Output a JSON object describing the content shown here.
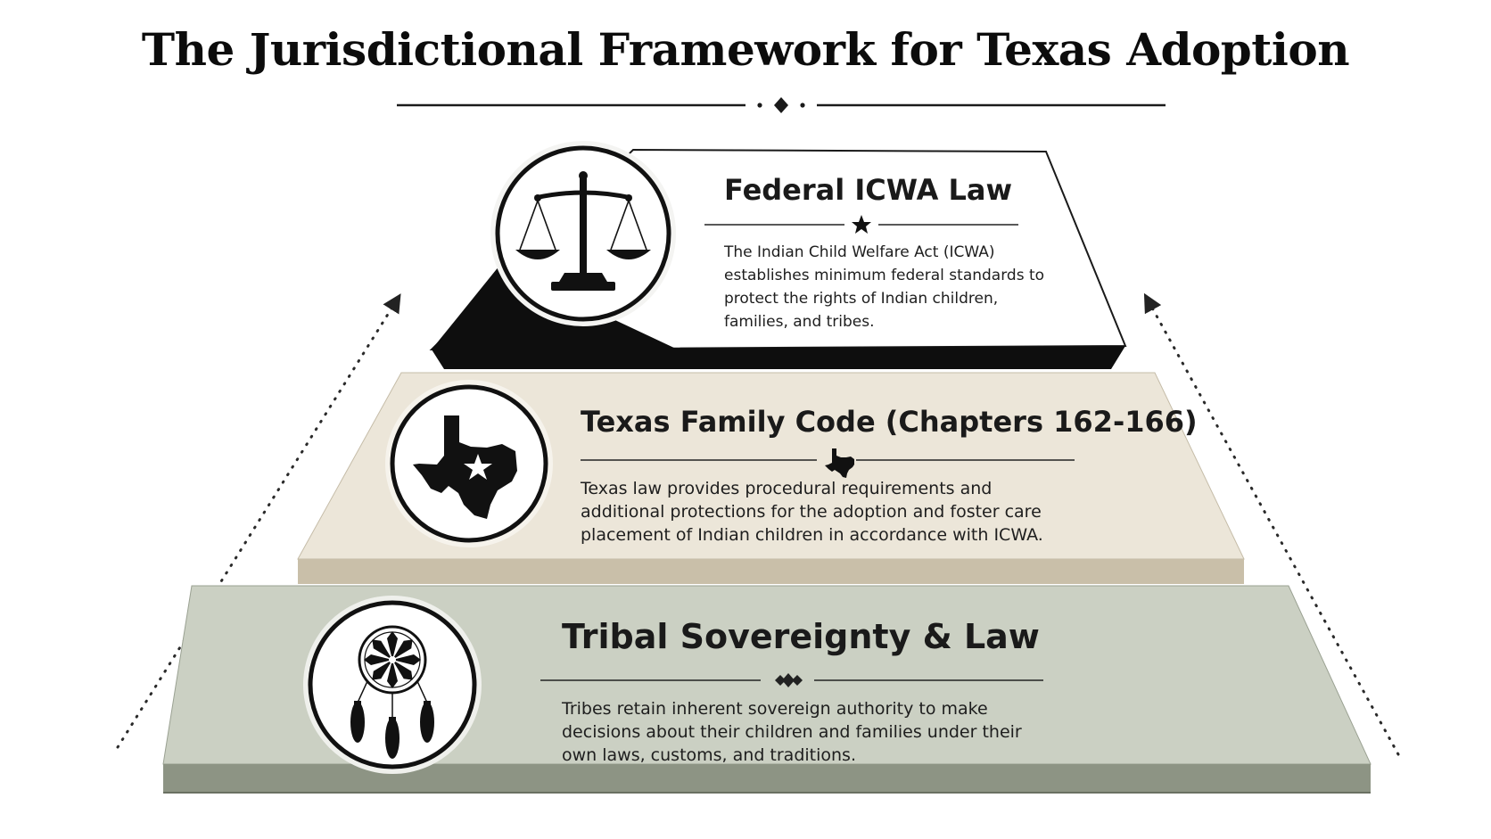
{
  "title": "The Jurisdictional Framework for Texas Adoption",
  "colors": {
    "ink": "#141414",
    "federal_tier": "#ffffff",
    "texas_tier": "#ebe5d8",
    "tribal_tier": "#c9cfc1"
  },
  "tiers": [
    {
      "title": "Federal ICWA Law",
      "icon": "scales-of-justice-icon",
      "divider_ornament": "star-icon",
      "description": "The Indian Child Welfare Act (ICWA) establishes minimum federal standards to protect the rights of Indian children, families, and tribes."
    },
    {
      "title": "Texas Family Code (Chapters 162-166)",
      "icon": "texas-star-map-icon",
      "divider_ornament": "texas-map-icon",
      "description": "Texas law provides procedural requirements and additional protections for the adoption and foster care placement of Indian children in accordance with ICWA."
    },
    {
      "title": "Tribal Sovereignty & Law",
      "icon": "dreamcatcher-icon",
      "divider_ornament": "diamonds-icon",
      "description": "Tribes retain inherent sovereign authority to make decisions about their children and families under their own laws, customs, and traditions."
    }
  ]
}
